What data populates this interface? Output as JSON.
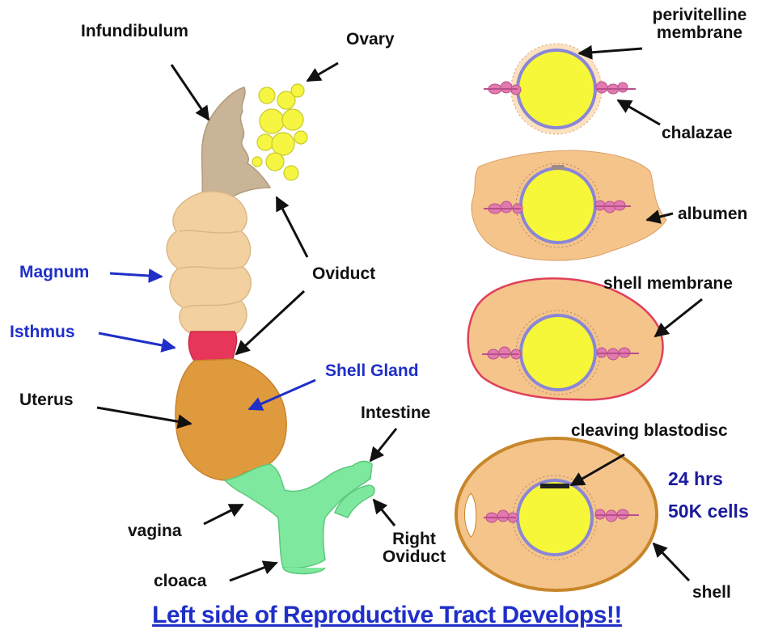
{
  "labels": {
    "infundibulum": "Infundibulum",
    "ovary": "Ovary",
    "magnum": "Magnum",
    "oviduct": "Oviduct",
    "isthmus": "Isthmus",
    "shell_gland": "Shell Gland",
    "uterus": "Uterus",
    "intestine": "Intestine",
    "vagina": "vagina",
    "right_oviduct_1": "Right",
    "right_oviduct_2": "Oviduct",
    "cloaca": "cloaca",
    "perivitelline_1": "perivitelline",
    "perivitelline_2": "membrane",
    "chalazae": "chalazae",
    "albumen": "albumen",
    "shell_membrane": "shell membrane",
    "cleaving_blastodisc": "cleaving blastodisc",
    "hours": "24 hrs",
    "cells": "50K cells",
    "shell": "shell"
  },
  "footer": "Left side of Reproductive Tract Develops!!",
  "colors": {
    "infundibulum": "#c9b497",
    "magnum": "#f2d0a0",
    "isthmus": "#e8365a",
    "uterus": "#e09a3e",
    "vagina_cloaca": "#7fe89f",
    "ovary": "#f5f542",
    "yolk": "#f7f73a",
    "vitelline": "#8a86d6",
    "albumen": "#f4c48a",
    "chalazae": "#e27ab0",
    "shell_membrane": "#e0405a",
    "shell": "#c8862a",
    "blue_label": "#1f2fc8"
  }
}
